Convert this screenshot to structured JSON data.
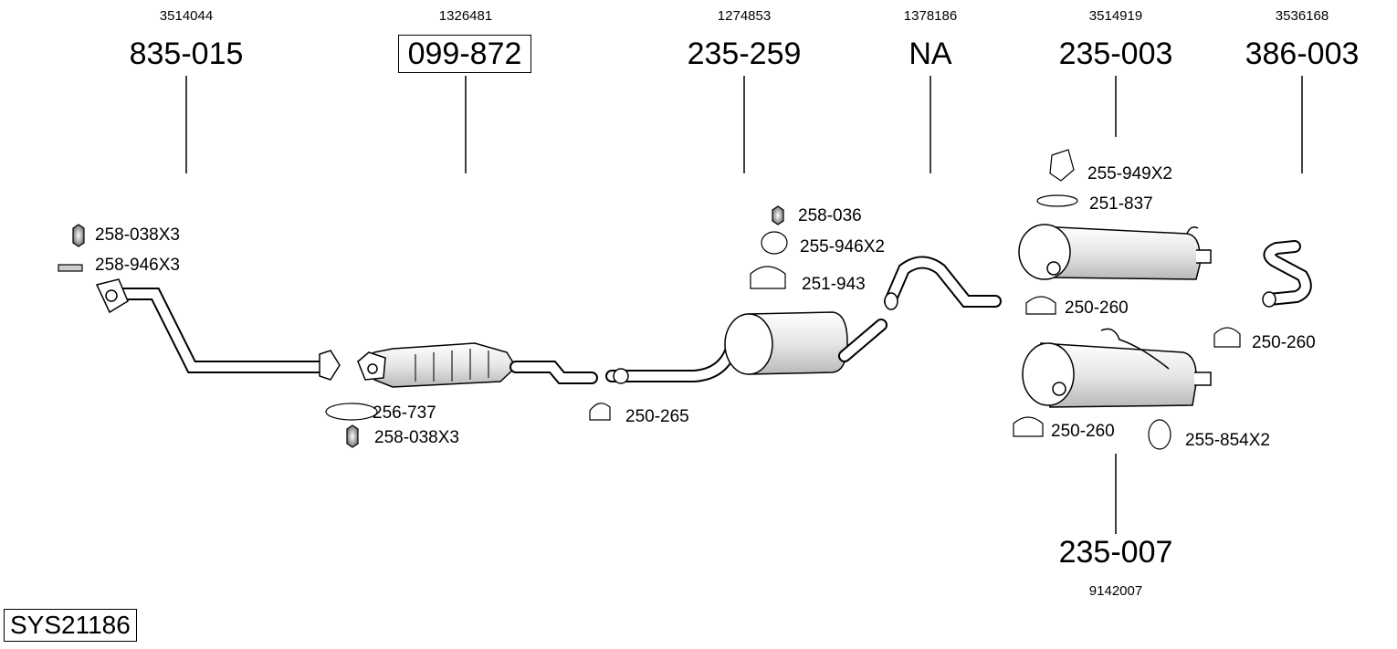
{
  "system_id": "SYS21186",
  "sections": [
    {
      "ref": "3514044",
      "part": "835-015",
      "boxed": false
    },
    {
      "ref": "1326481",
      "part": "099-872",
      "boxed": true
    },
    {
      "ref": "1274853",
      "part": "235-259",
      "boxed": false
    },
    {
      "ref": "1378186",
      "part": "NA",
      "boxed": false
    },
    {
      "ref": "3514919",
      "part": "235-003",
      "boxed": false
    },
    {
      "ref": "3536168",
      "part": "386-003",
      "boxed": false
    },
    {
      "ref": "9142007",
      "part": "235-007",
      "boxed": false
    }
  ],
  "fittings": [
    "258-038X3",
    "258-946X3",
    "256-737",
    "258-038X3",
    "250-265",
    "258-036",
    "255-946X2",
    "251-943",
    "255-949X2",
    "251-837",
    "250-260",
    "250-260",
    "250-260",
    "255-854X2"
  ]
}
